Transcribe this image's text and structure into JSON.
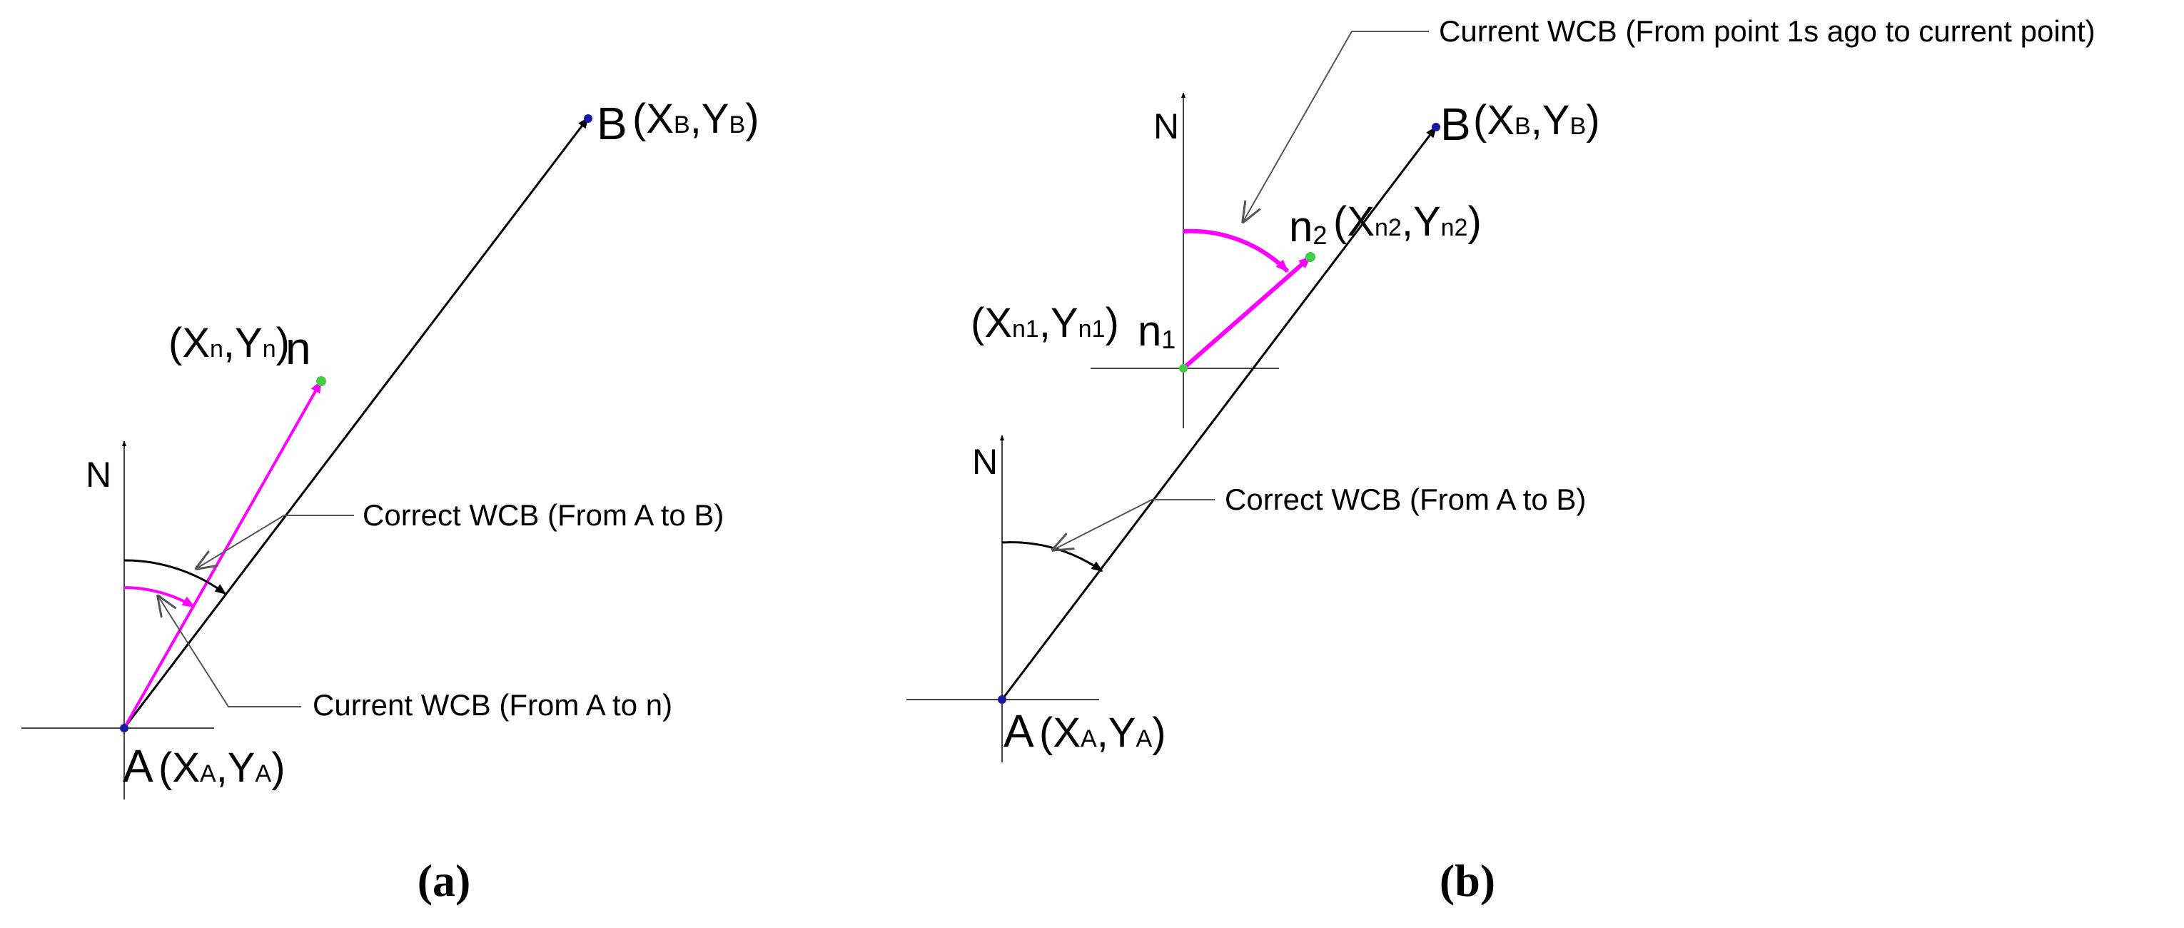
{
  "panel_a": {
    "north": "N",
    "point_a_letter": "A",
    "point_a_coords": "(XA,YA)",
    "point_b_letter": "B",
    "point_b_coords": "(XB,YB)",
    "point_n_coords": "(Xn,Yn)",
    "point_n_letter": "n",
    "correct_wcb": "Correct WCB (From A to B)",
    "current_wcb": "Current WCB (From A to n)",
    "caption": "(a)"
  },
  "panel_b": {
    "north": "N",
    "point_a_letter": "A",
    "point_a_coords": "(XA,YA)",
    "point_b_letter": "B",
    "point_b_coords": "(XB,YB)",
    "point_n1_coords": "(Xn1,Yn1)",
    "point_n1_letter": "n1",
    "point_n2_letter": "n2",
    "point_n2_coords": "(Xn2,Yn2)",
    "correct_wcb": "Correct WCB (From A to B)",
    "current_wcb": "Current WCB (From point 1s ago to current point)",
    "caption": "(b)"
  },
  "colors": {
    "line": "#000000",
    "current_vector": "#ff00ff",
    "point_a_b": "#1a1aa0",
    "point_n": "#44cc44"
  }
}
